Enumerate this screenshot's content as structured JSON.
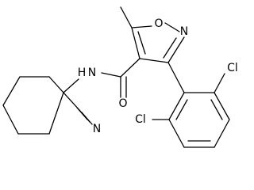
{
  "molecule": {
    "atoms": {
      "methyl": "",
      "o_ring": "O",
      "n_ring": "N",
      "n_amide": "N",
      "h_amide": "H",
      "o_carbonyl": "O",
      "cl_top": "Cl",
      "cl_bottom": "Cl",
      "n_nitrile": "N"
    }
  }
}
